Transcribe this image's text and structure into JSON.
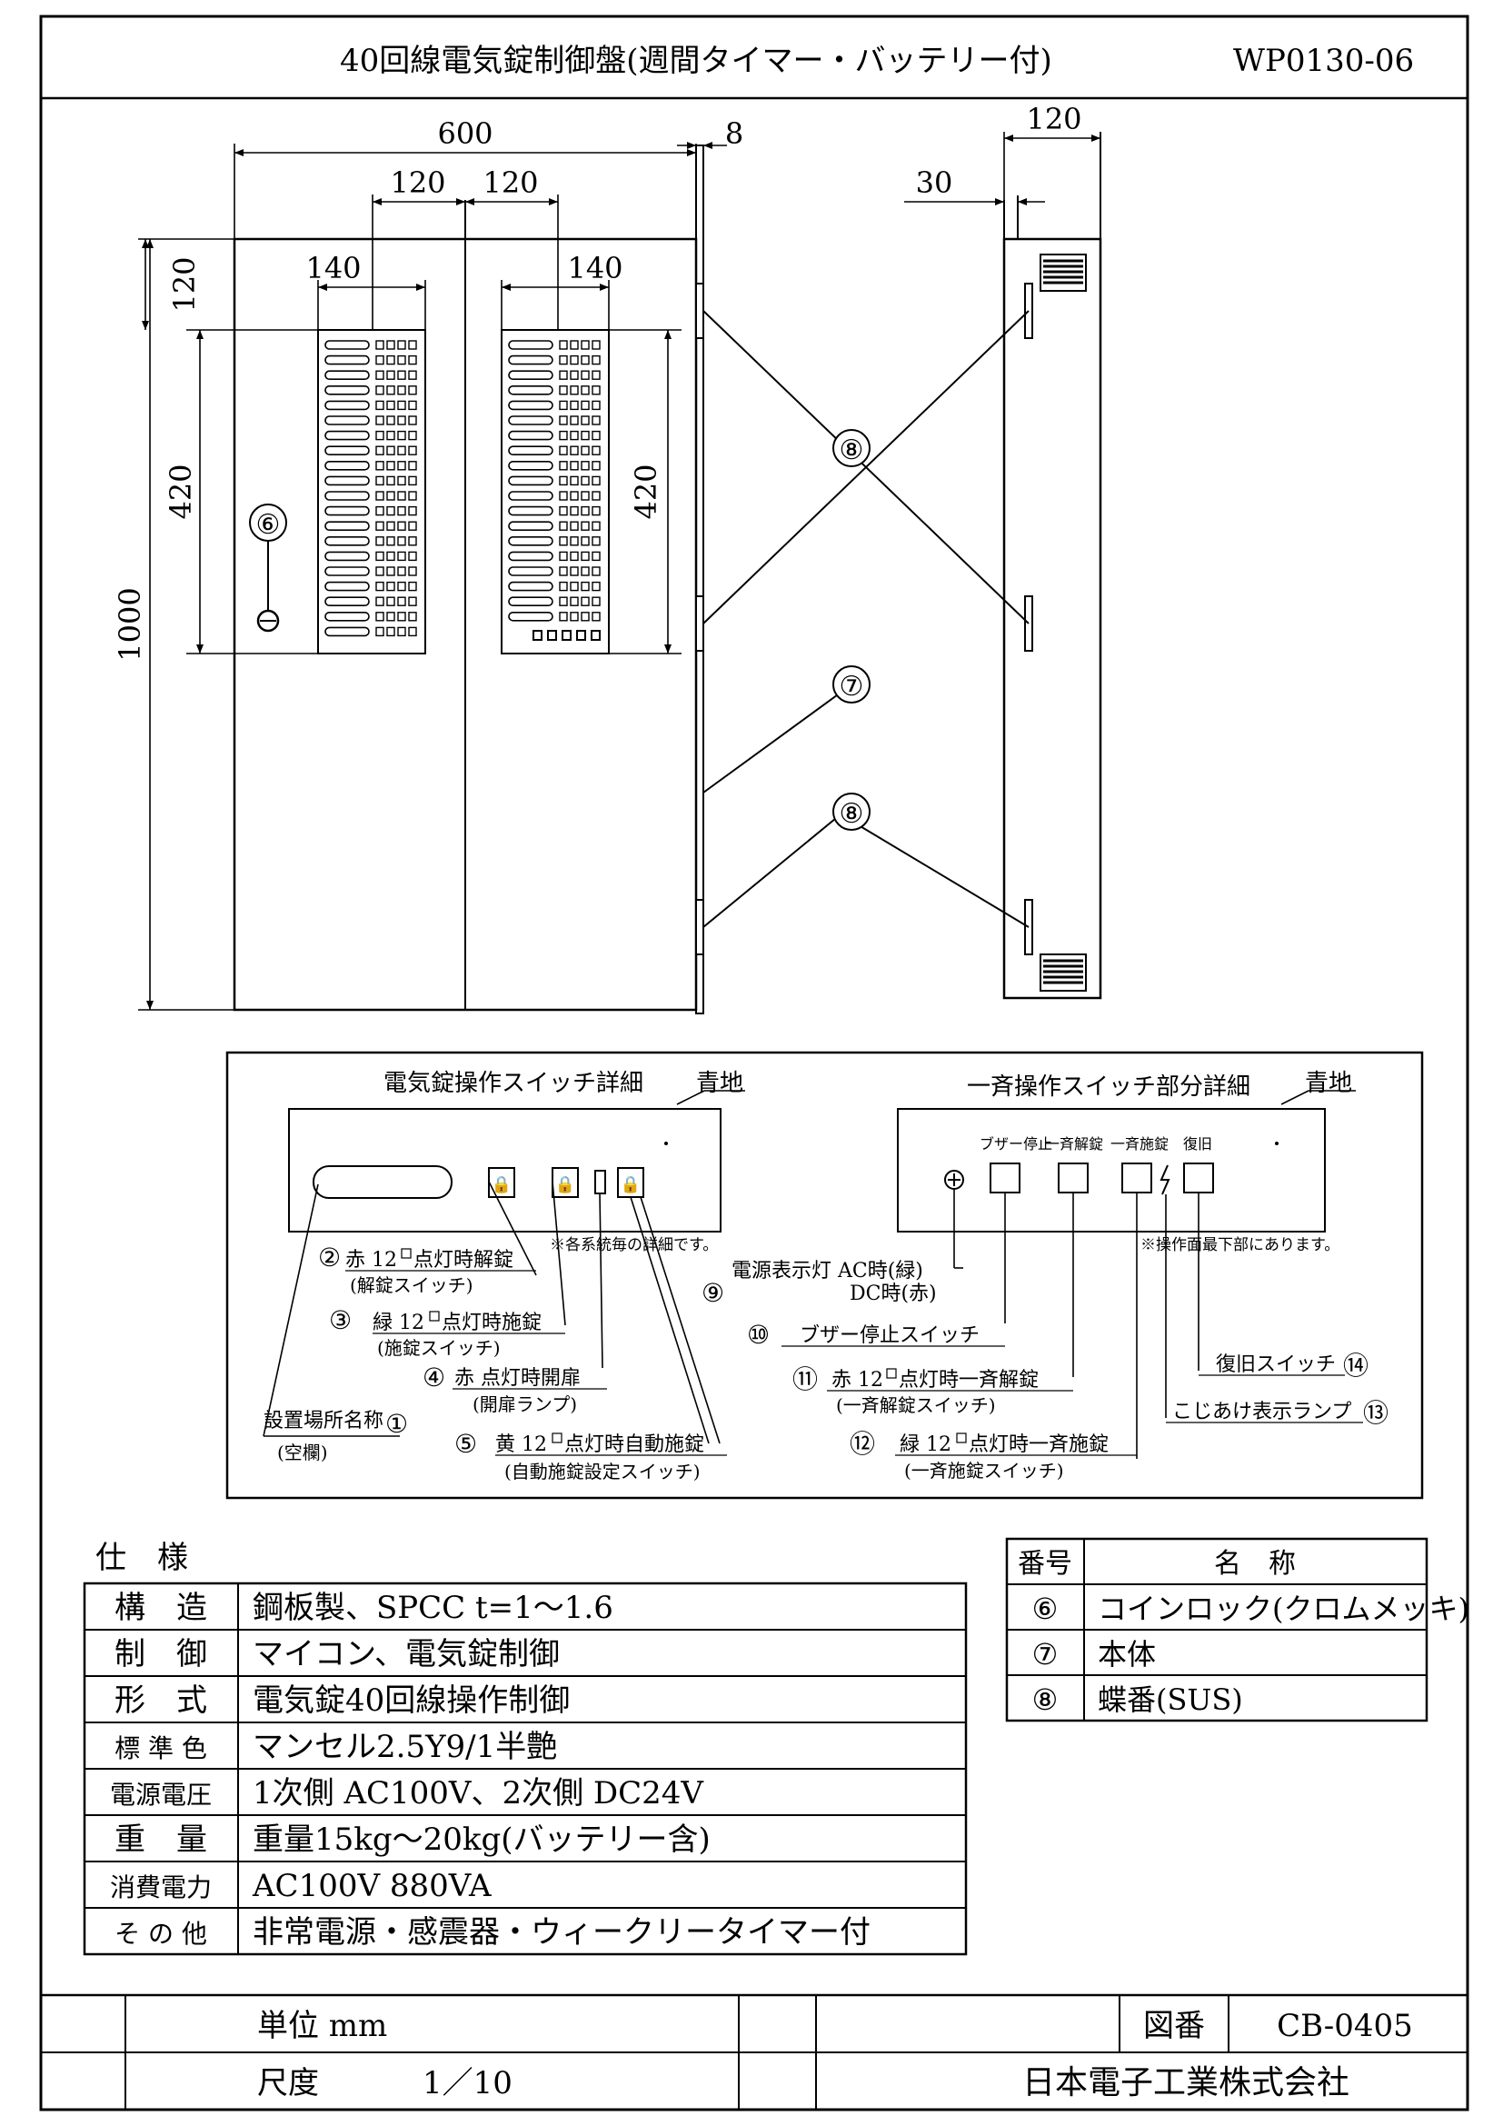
{
  "header": {
    "title": "40回線電気錠制御盤(週間タイマー・バッテリー付)",
    "drawing_code": "WP0130-06"
  },
  "dimensions": {
    "width_600": "600",
    "depth_8": "8",
    "side_120": "120",
    "offset_120_left": "120",
    "offset_120_right": "120",
    "panel_140_left": "140",
    "panel_140_right": "140",
    "side_30": "30",
    "top_120": "120",
    "panel_420_left": "420",
    "panel_420_right": "420",
    "height_1000": "1000"
  },
  "callouts": {
    "n6": "⑥",
    "n7": "⑦",
    "n8a": "⑧",
    "n8b": "⑧"
  },
  "switch_detail": {
    "title": "電気錠操作スイッチ詳細",
    "base_color": "青地",
    "note": "※各系統毎の詳細です。",
    "c2_num": "②",
    "c2_line1": "赤 12",
    "c2_line1b": "点灯時解錠",
    "c2_line2": "(解錠スイッチ)",
    "c3_num": "③",
    "c3_line1": "緑 12",
    "c3_line1b": "点灯時施錠",
    "c3_line2": "(施錠スイッチ)",
    "c4_num": "④",
    "c4_line1": "赤 点灯時開扉",
    "c4_line2": "(開扉ランプ)",
    "c1_num": "①",
    "c1_line1": "設置場所名称",
    "c1_line2": "(空欄)",
    "c5_num": "⑤",
    "c5_line1": "黄 12",
    "c5_line1b": "点灯時自動施錠",
    "c5_line2": "(自動施錠設定スイッチ)"
  },
  "batch_detail": {
    "title": "一斉操作スイッチ部分詳細",
    "base_color": "青地",
    "lbl_buzzer": "ブザー停止",
    "lbl_unlock": "一斉解錠",
    "lbl_lock": "一斉施錠",
    "lbl_reset": "復旧",
    "note": "※操作面最下部にあります。",
    "c9_num": "⑨",
    "c9_line1": "電源表示灯  AC時(緑)",
    "c9_line2": "DC時(赤)",
    "c10_num": "⑩",
    "c10_line1": "ブザー停止スイッチ",
    "c11_num": "⑪",
    "c11_line1": "赤 12",
    "c11_line1b": "点灯時一斉解錠",
    "c11_line2": "(一斉解錠スイッチ)",
    "c12_num": "⑫",
    "c12_line1": "緑 12",
    "c12_line1b": "点灯時一斉施錠",
    "c12_line2": "(一斉施錠スイッチ)",
    "c14_num": "⑭",
    "c14_line1": "復旧スイッチ",
    "c13_num": "⑬",
    "c13_line1": "こじあけ表示ランプ"
  },
  "spec": {
    "heading": "仕　様",
    "rows": [
      {
        "label": "構　造",
        "value": "鋼板製、SPCC t=1〜1.6"
      },
      {
        "label": "制　御",
        "value": "マイコン、電気錠制御"
      },
      {
        "label": "形　式",
        "value": "電気錠40回線操作制御"
      },
      {
        "label": "標 準 色",
        "value": "マンセル2.5Y9/1半艶"
      },
      {
        "label": "電源電圧",
        "value": "1次側 AC100V、2次側 DC24V"
      },
      {
        "label": "重　量",
        "value": "重量15kg〜20kg(バッテリー含)"
      },
      {
        "label": "消費電力",
        "value": "AC100V  880VA"
      },
      {
        "label": "そ の 他",
        "value": "非常電源・感震器・ウィークリータイマー付"
      }
    ]
  },
  "parts": {
    "header_no": "番号",
    "header_name": "名　称",
    "rows": [
      {
        "no": "⑥",
        "name": "コインロック(クロムメッキ)"
      },
      {
        "no": "⑦",
        "name": "本体"
      },
      {
        "no": "⑧",
        "name": "蝶番(SUS)"
      }
    ]
  },
  "footer": {
    "unit": "単位 mm",
    "scale_label": "尺度",
    "scale_value": "1／10",
    "drawing_no_label": "図番",
    "drawing_no": "CB-0405",
    "company": "日本電子工業株式会社"
  }
}
